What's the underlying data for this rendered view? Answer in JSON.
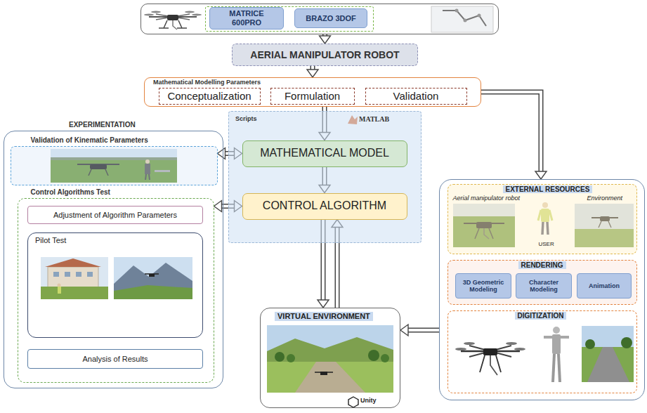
{
  "diagram": {
    "nodes": [
      {
        "text": []
      },
      {
        "text": [],
        "in": 0
      },
      {
        "text": [
          "MATRICE 600PRO"
        ],
        "in": 1
      },
      {
        "text": [
          "BRAZO 3DOF"
        ],
        "in": 1
      },
      {
        "text": [
          "AERIAL MANIPULATOR ROBOT"
        ]
      },
      {
        "text": [
          "Mathematical Modelling Parameters"
        ]
      },
      {
        "text": [
          "Conceptualization"
        ],
        "in": 5
      },
      {
        "text": [
          "Formulation"
        ],
        "in": 5
      },
      {
        "text": [
          "Validation"
        ],
        "in": 5
      },
      {
        "text": [
          "EXPERIMENTATION"
        ]
      },
      {
        "text": [
          "Validation of Kinematic Parameters"
        ],
        "in": 9
      },
      {
        "text": [
          "Control Algorithms Test"
        ],
        "in": 9
      },
      {
        "text": [
          "Adjustment of Algorithm Parameters"
        ],
        "in": 11
      },
      {
        "text": [
          "Pilot Test"
        ],
        "in": 11
      },
      {
        "text": [
          "Analysis of Results"
        ],
        "in": 11
      },
      {
        "text": [
          "Scripts"
        ]
      },
      {
        "text": [
          "MATHEMATICAL MODEL"
        ],
        "in": 15
      },
      {
        "text": [
          "CONTROL ALGORITHM"
        ],
        "in": 15
      },
      {
        "text": []
      },
      {
        "text": [
          "EXTERNAL RESOURCES",
          "Aerial manipulator robot",
          "USER",
          "Environment"
        ],
        "in": 18
      },
      {
        "text": [
          "RENDERING"
        ],
        "in": 18
      },
      {
        "text": [
          "3D Geometric Modeling"
        ],
        "in": 20
      },
      {
        "text": [
          "Character Modeling"
        ],
        "in": 20
      },
      {
        "text": [
          "Animation"
        ],
        "in": 20
      },
      {
        "text": [
          "DIGITIZATION"
        ],
        "in": 18
      },
      {
        "text": [
          "VIRTUAL ENVIRONMENT"
        ]
      }
    ],
    "edges": [
      {
        "from": 0,
        "to": 4,
        "arrow": "to"
      },
      {
        "from": 4,
        "to": 5,
        "arrow": "to"
      },
      {
        "from": 5,
        "to": 16,
        "arrow": "to"
      },
      {
        "from": 5,
        "to": 18,
        "arrow": "to"
      },
      {
        "from": 16,
        "to": 17,
        "arrow": "to"
      },
      {
        "from": 10,
        "to": 16,
        "arrow": "both"
      },
      {
        "from": 11,
        "to": 17,
        "arrow": "both"
      },
      {
        "from": 17,
        "to": 25,
        "arrow": "to"
      },
      {
        "from": 25,
        "to": 17,
        "arrow": "to"
      },
      {
        "from": 18,
        "to": 25,
        "arrow": "to"
      }
    ],
    "labels": [
      "MATLAB",
      "Unity"
    ]
  }
}
